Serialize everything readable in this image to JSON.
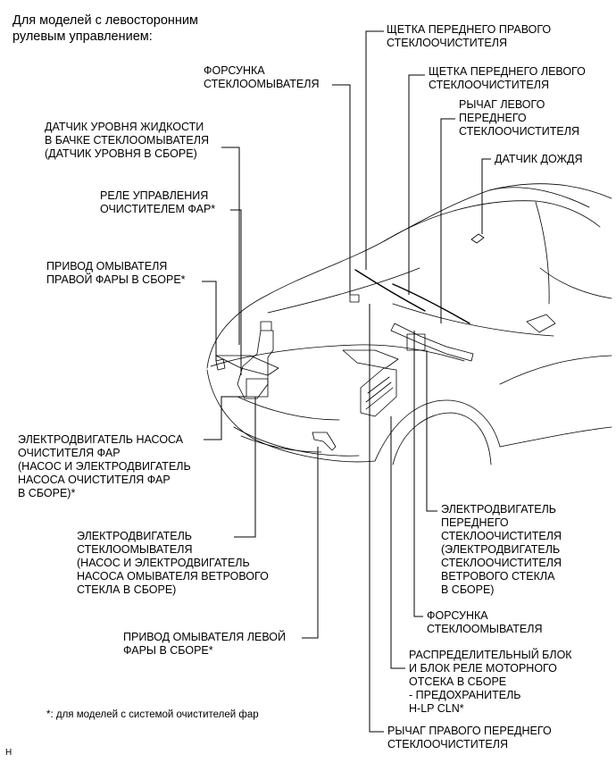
{
  "header": "Для моделей с левосторонним\nрулевым управлением:",
  "labels": {
    "washer_nozzle_top": "ФОРСУНКА\nСТЕКЛООМЫВАТЕЛЯ",
    "fluid_level_sensor": "ДАТЧИК УРОВНЯ ЖИДКОСТИ\nВ БАЧКЕ СТЕКЛООМЫВАТЕЛЯ\n(ДАТЧИК УРОВНЯ В СБОРЕ)",
    "headlamp_cleaner_relay": "РЕЛЕ УПРАВЛЕНИЯ\nОЧИСТИТЕЛЕМ ФАР*",
    "right_headlamp_washer": "ПРИВОД ОМЫВАТЕЛЯ\nПРАВОЙ ФАРЫ В СБОРЕ*",
    "headlamp_pump_motor": "ЭЛЕКТРОДВИГАТЕЛЬ НАСОСА\nОЧИСТИТЕЛЯ ФАР\n(НАСОС И ЭЛЕКТРОДВИГАТЕЛЬ\nНАСОСА ОЧИСТИТЕЛЯ ФАР\nВ СБОРЕ)*",
    "washer_motor": "ЭЛЕКТРОДВИГАТЕЛЬ\nСТЕКЛООМЫВАТЕЛЯ\n(НАСОС И ЭЛЕКТРОДВИГАТЕЛЬ\nНАСОСА ОМЫВАТЕЛЯ ВЕТРОВОГО\nСТЕКЛА В СБОРЕ)",
    "left_headlamp_washer": "ПРИВОД ОМЫВАТЕЛЯ ЛЕВОЙ\nФАРЫ В СБОРЕ*",
    "right_wiper_blade": "ЩЕТКА ПЕРЕДНЕГО ПРАВОГО\nСТЕКЛООЧИСТИТЕЛЯ",
    "left_wiper_blade": "ЩЕТКА ПЕРЕДНЕГО ЛЕВОГО\nСТЕКЛООЧИСТИТЕЛЯ",
    "left_wiper_arm": "РЫЧАГ ЛЕВОГО\nПЕРЕДНЕГО\nСТЕКЛООЧИСТИТЕЛЯ",
    "rain_sensor": "ДАТЧИК ДОЖДЯ",
    "wiper_motor": "ЭЛЕКТРОДВИГАТЕЛЬ\nПЕРЕДНЕГО\nСТЕКЛООЧИСТИТЕЛЯ\n(ЭЛЕКТРОДВИГАТЕЛЬ\nСТЕКЛООЧИСТИТЕЛЯ\nВЕТРОВОГО СТЕКЛА\nВ СБОРЕ)",
    "washer_nozzle_bottom": "ФОРСУНКА\nСТЕКЛООМЫВАТЕЛЯ",
    "relay_block": "РАСПРЕДЕЛИТЕЛЬНЫЙ БЛОК\nИ БЛОК РЕЛЕ МОТОРНОГО\nОТСЕКА В СБОРЕ\n- ПРЕДОХРАНИТЕЛЬ\nH-LP CLN*",
    "right_wiper_arm": "РЫЧАГ ПРАВОГО ПЕРЕДНЕГО\nСТЕКЛООЧИСТИТЕЛЯ"
  },
  "footnote": "*: для моделей с системой очистителей фар",
  "corner_mark": "H"
}
